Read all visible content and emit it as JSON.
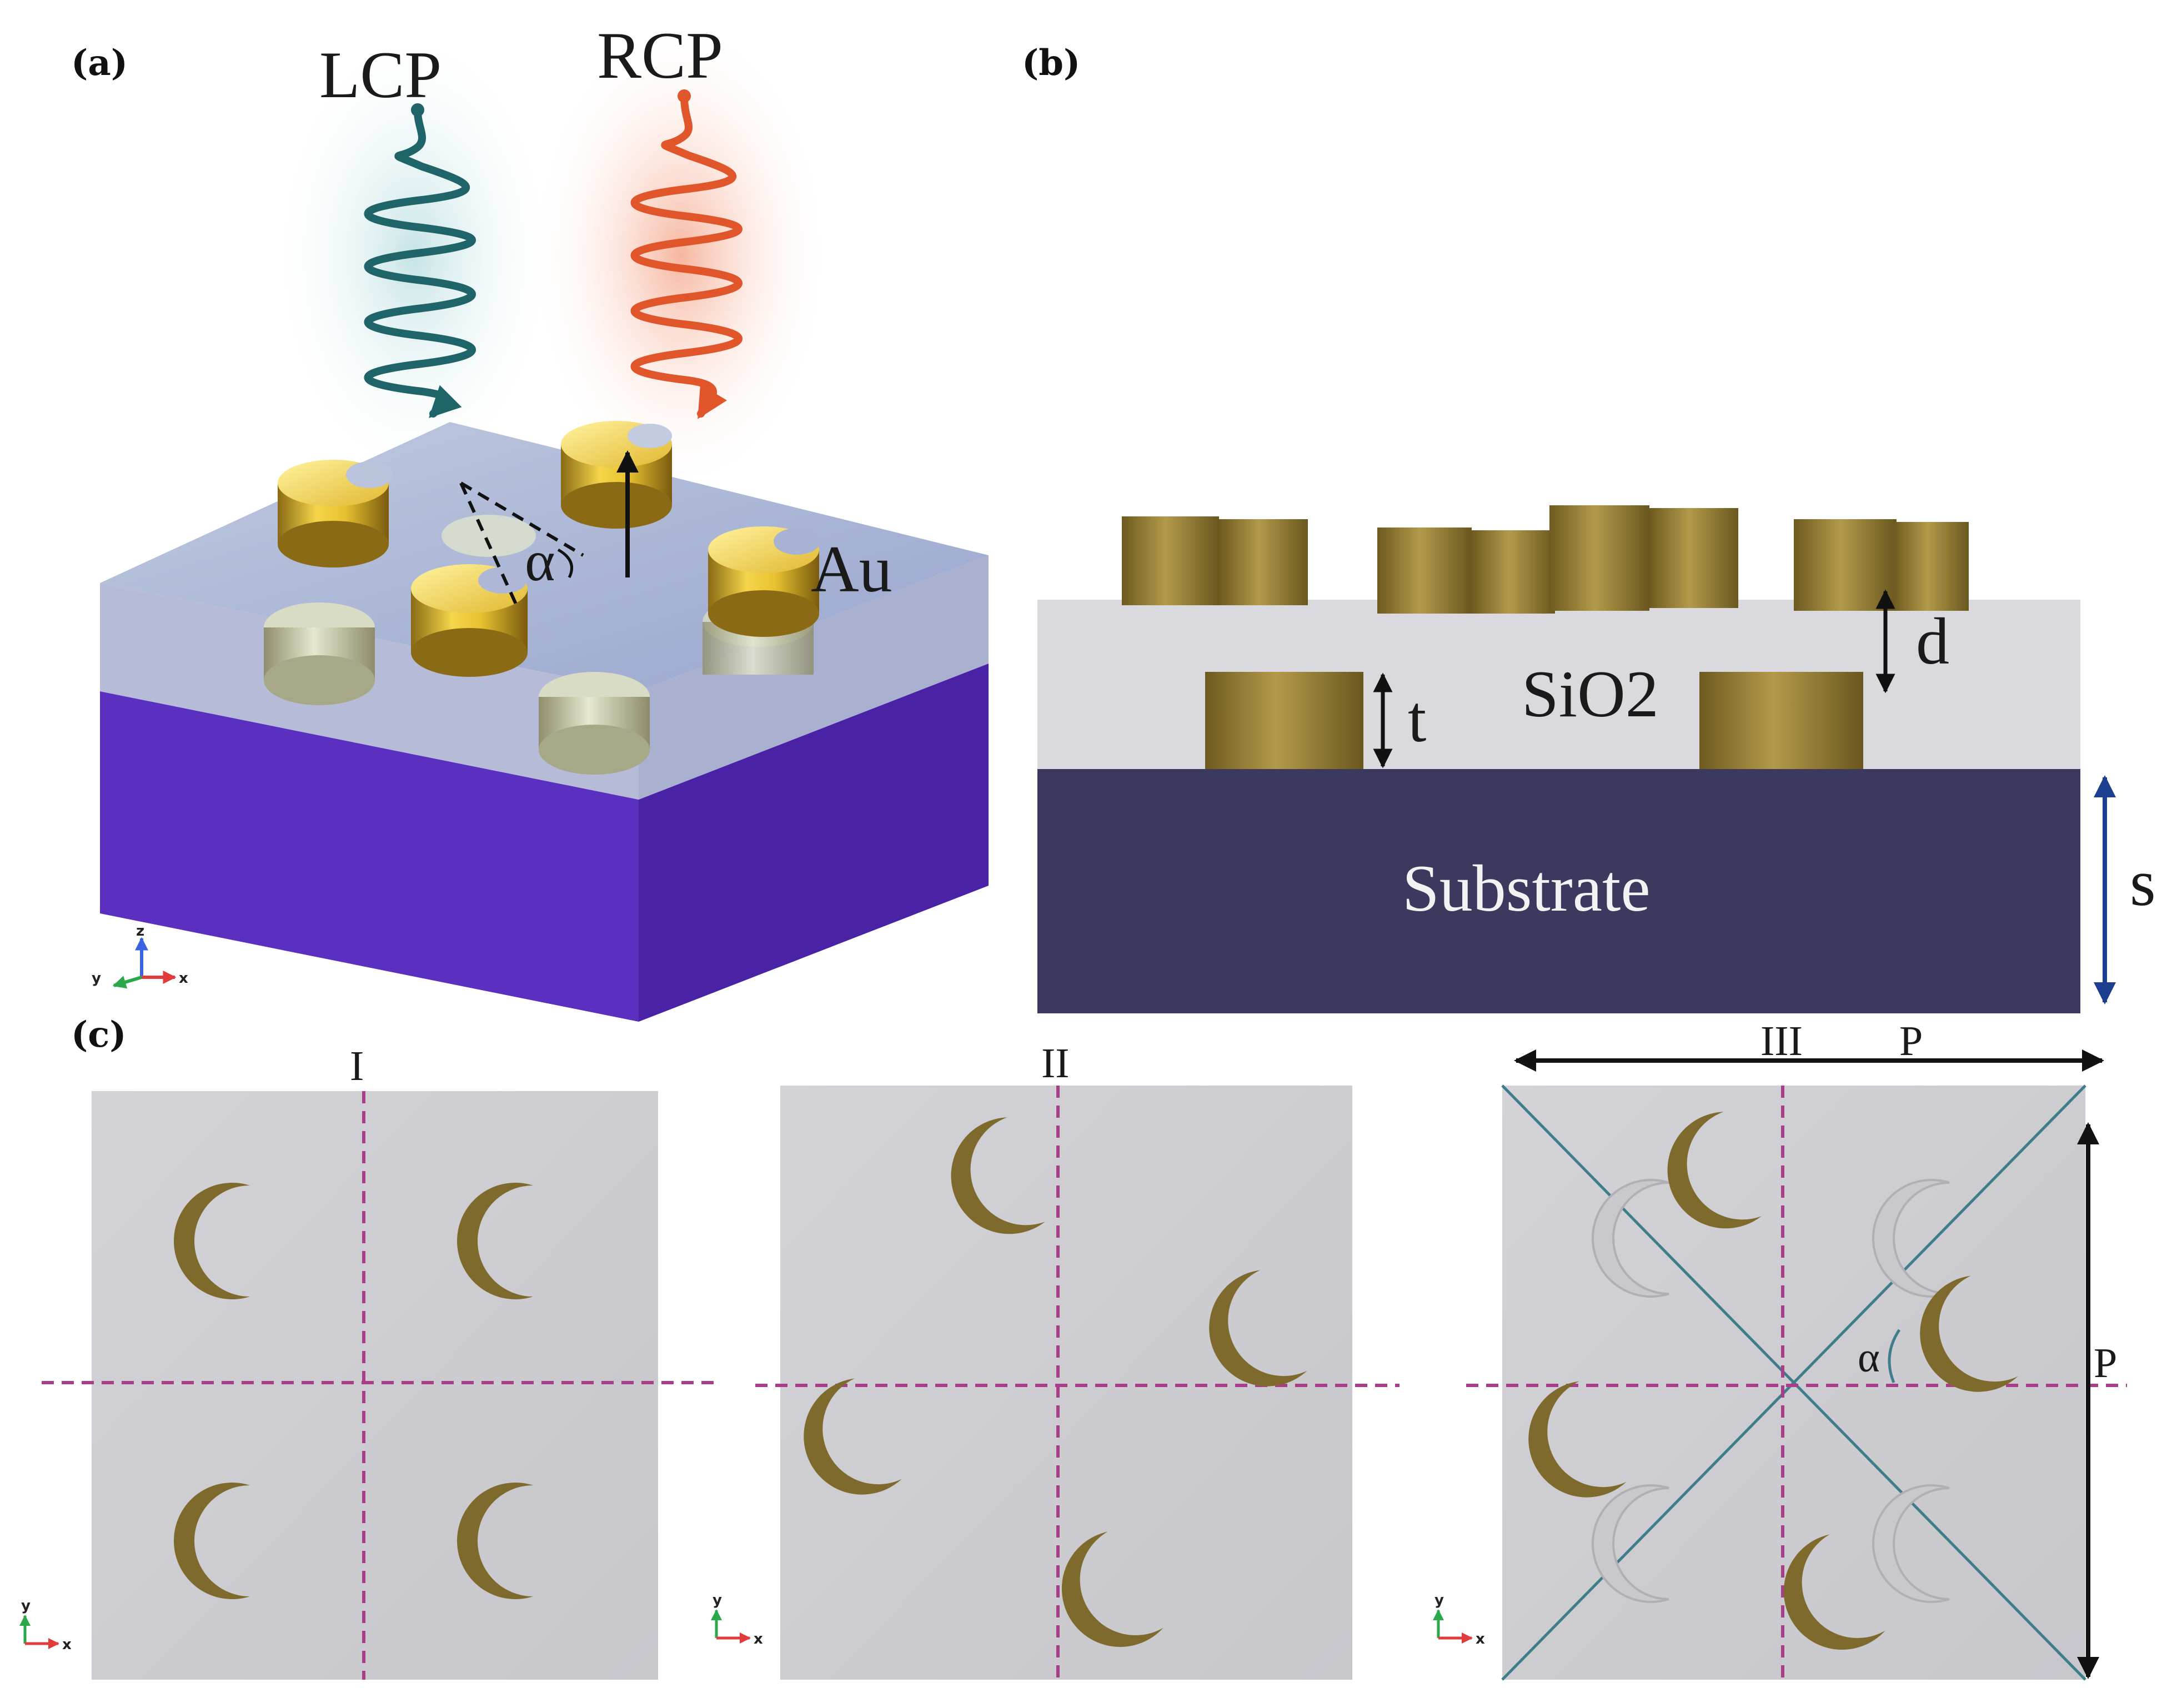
{
  "panels": {
    "a": {
      "label": "(a)",
      "lcp": "LCP",
      "rcp": "RCP",
      "alpha": "α",
      "au": "Au"
    },
    "b": {
      "label": "(b)",
      "sio2": "SiO2",
      "substrate": "Substrate",
      "t": "t",
      "d": "d",
      "s": "s"
    },
    "c": {
      "label": "(c)",
      "sub_i": "I",
      "sub_ii": "II",
      "sub_iii": "III",
      "p_top": "P",
      "p_side": "P",
      "alpha": "α"
    }
  },
  "axes": {
    "x": "x",
    "y": "y",
    "z": "z"
  },
  "colors": {
    "lcp_wave": "#1f6468",
    "rcp_wave": "#e0562a",
    "gold": "#c9a227",
    "gold_flat": "#7d6a2c",
    "sio2": "#d8d8de",
    "substrate": "#3b3a5e",
    "dash": "#a83d8a",
    "diagonal": "#3f7c8c"
  }
}
